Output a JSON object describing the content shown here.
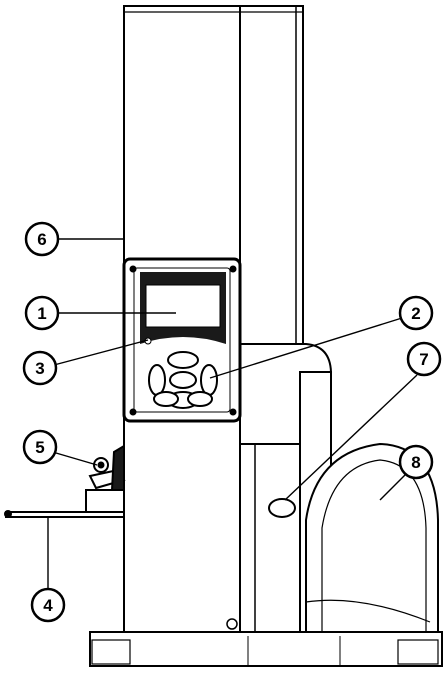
{
  "callouts": [
    {
      "label": "1",
      "part": "display-screen"
    },
    {
      "label": "2",
      "part": "keypad"
    },
    {
      "label": "3",
      "part": "status-led"
    },
    {
      "label": "4",
      "part": "measuring-probe"
    },
    {
      "label": "5",
      "part": "probe-clamp"
    },
    {
      "label": "6",
      "part": "column"
    },
    {
      "label": "7",
      "part": "button"
    },
    {
      "label": "8",
      "part": "handwheel-cover"
    }
  ],
  "colors": {
    "line": "#000000",
    "fill": "#ffffff",
    "shade": "#1a1a1a"
  }
}
